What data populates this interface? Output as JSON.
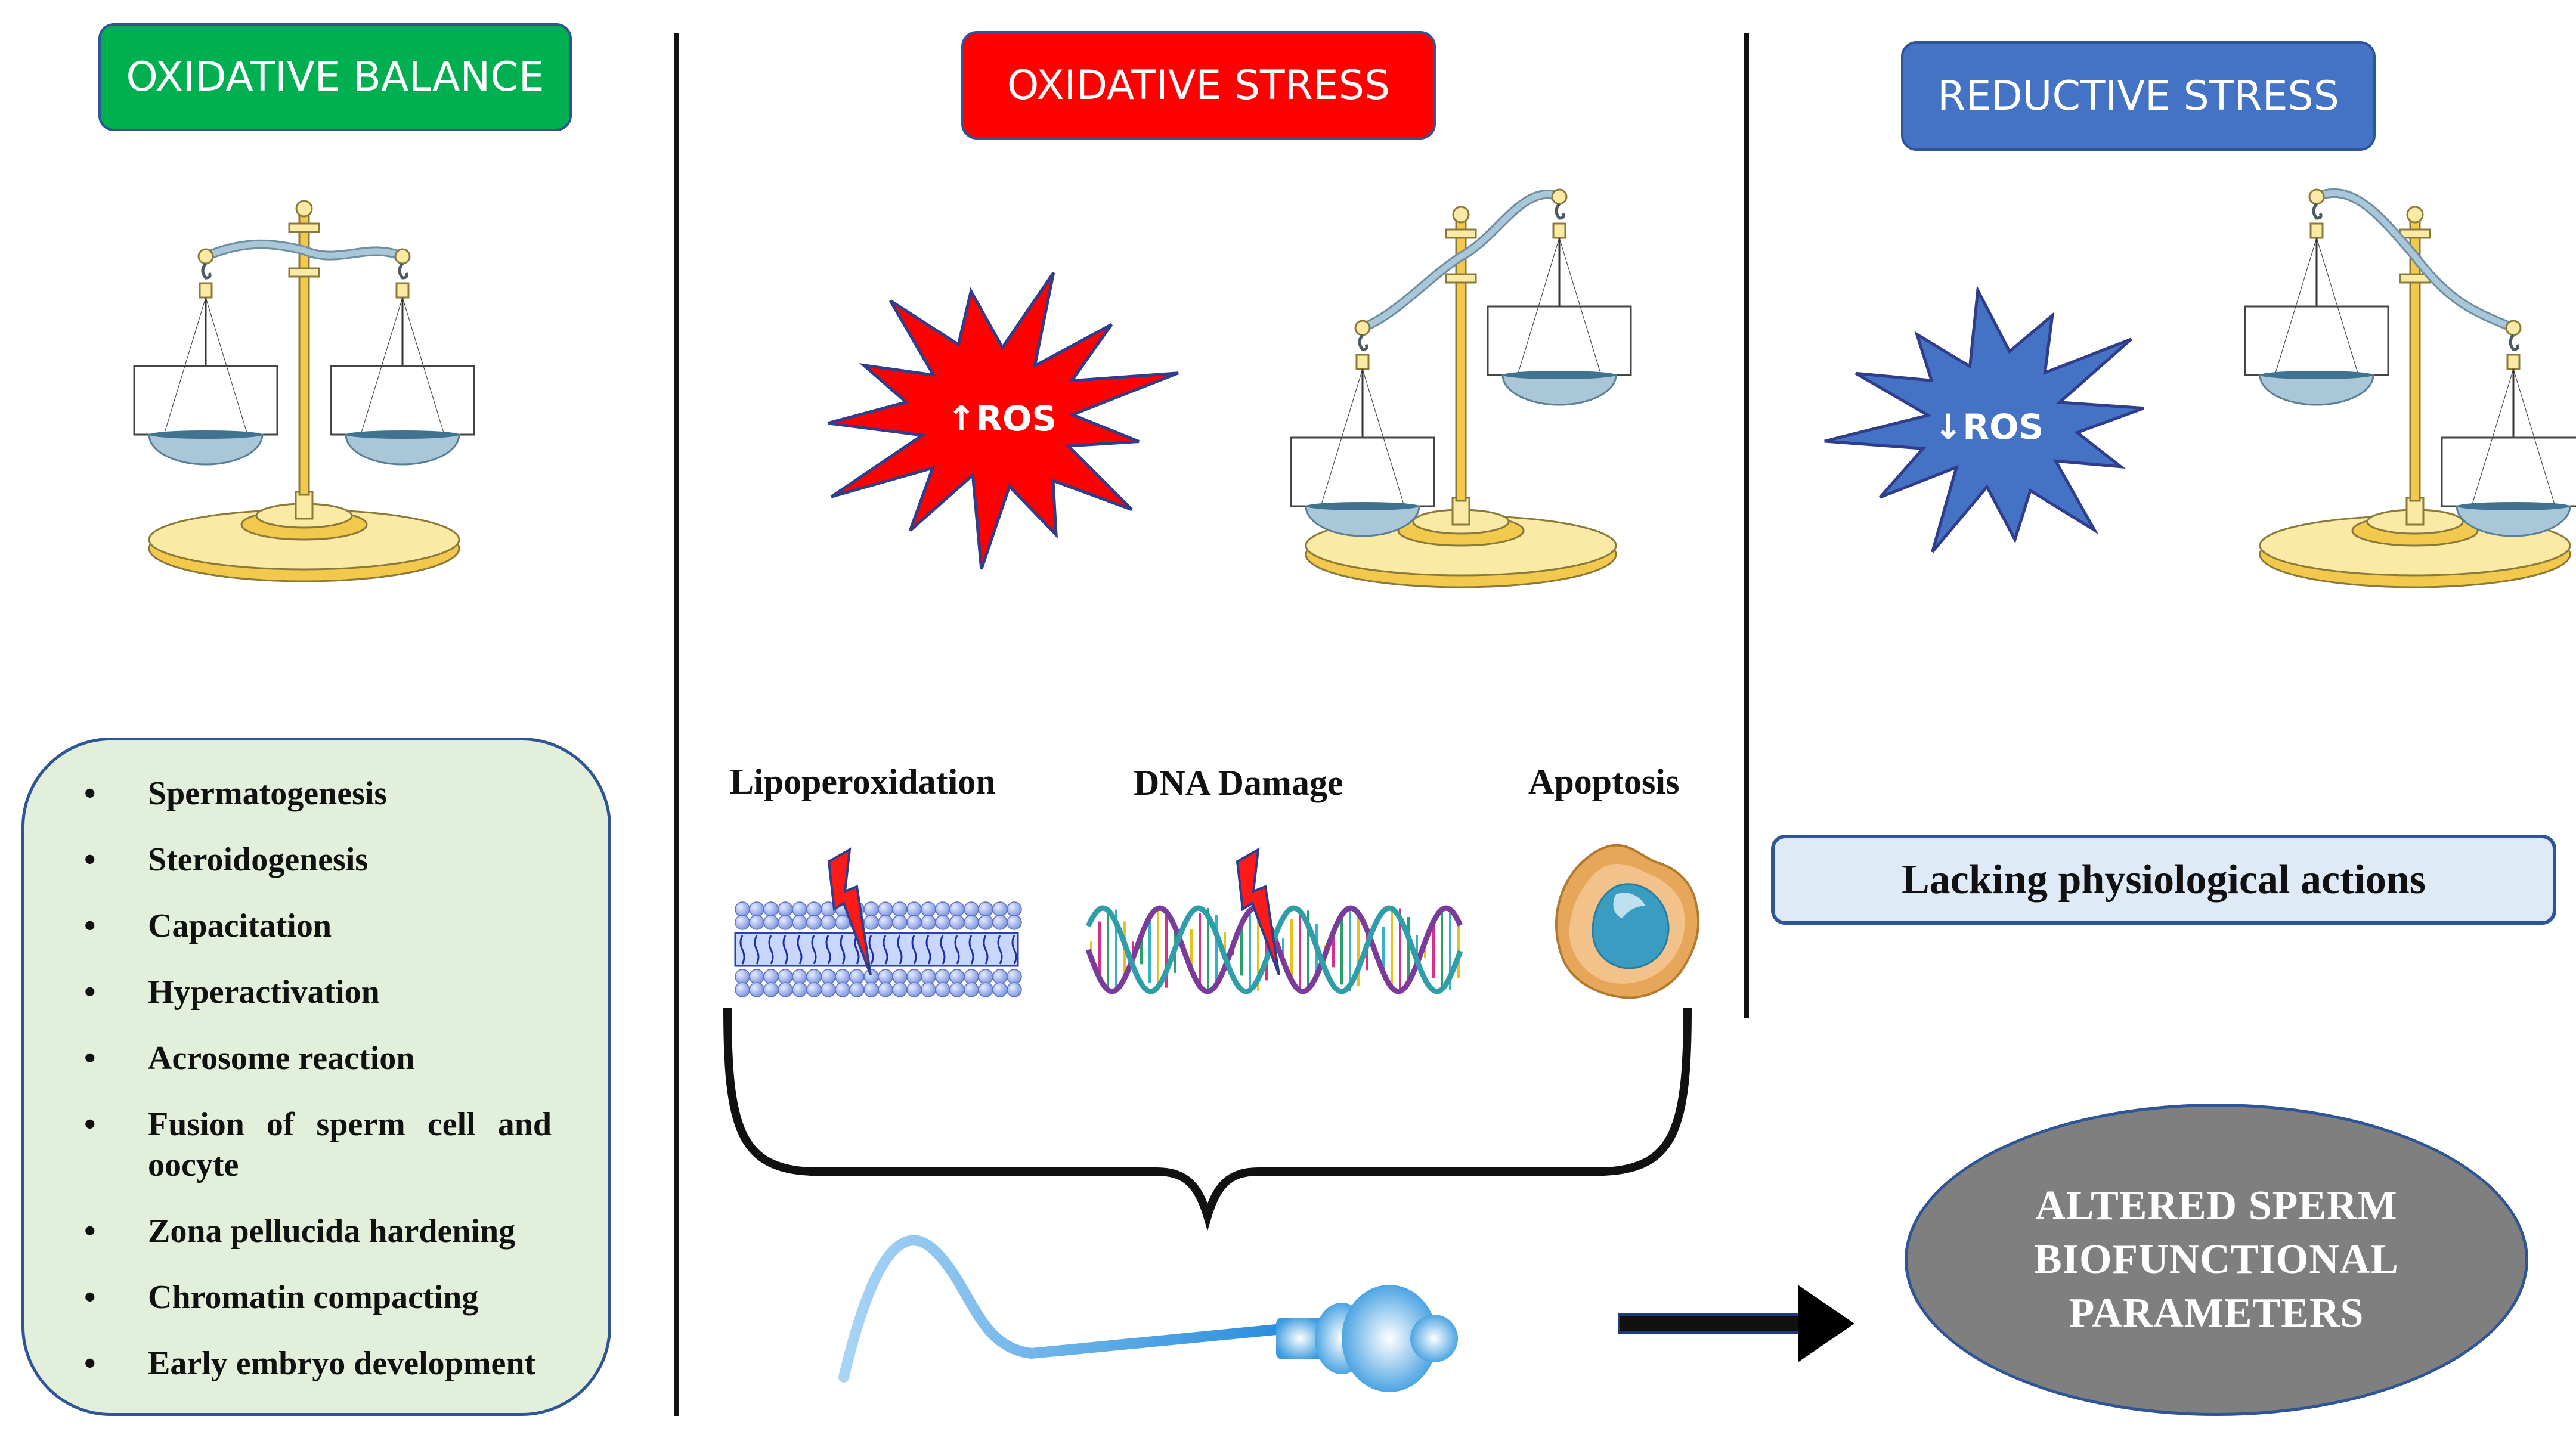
{
  "panels": {
    "balance": {
      "title": "OXIDATIVE BALANCE",
      "color": "#00b050",
      "scale_state": "balanced",
      "functions": [
        "Spermatogenesis",
        "Steroidogenesis",
        "Capacitation",
        "Hyperactivation",
        "Acrosome reaction",
        "Fusion of sperm cell and oocyte",
        "Zona pellucida hardening",
        "Chromatin compacting",
        "Early embryo development"
      ],
      "bullet": "•"
    },
    "oxidative": {
      "title": "OXIDATIVE STRESS",
      "color": "#ff0000",
      "burst_label": "↑ROS",
      "scale_state": "tilted-left-down",
      "effects": [
        "Lipoperoxidation",
        "DNA Damage",
        "Apoptosis"
      ],
      "outcome": [
        "ALTERED SPERM",
        "BIOFUNCTIONAL",
        "PARAMETERS"
      ]
    },
    "reductive": {
      "title": "REDUCTIVE STRESS",
      "color": "#4472c4",
      "burst_label": "↓ROS",
      "scale_state": "tilted-right-down",
      "consequence": "Lacking physiological actions"
    }
  },
  "colors": {
    "gold": "#f2c94c",
    "gold_light": "#fbe9a6",
    "pan_blue": "#a9c7d8",
    "list_bg": "#e2efda",
    "lacking_bg": "#deebf7",
    "outcome_bg": "#7f7f7f",
    "border_blue": "#2f5597"
  }
}
